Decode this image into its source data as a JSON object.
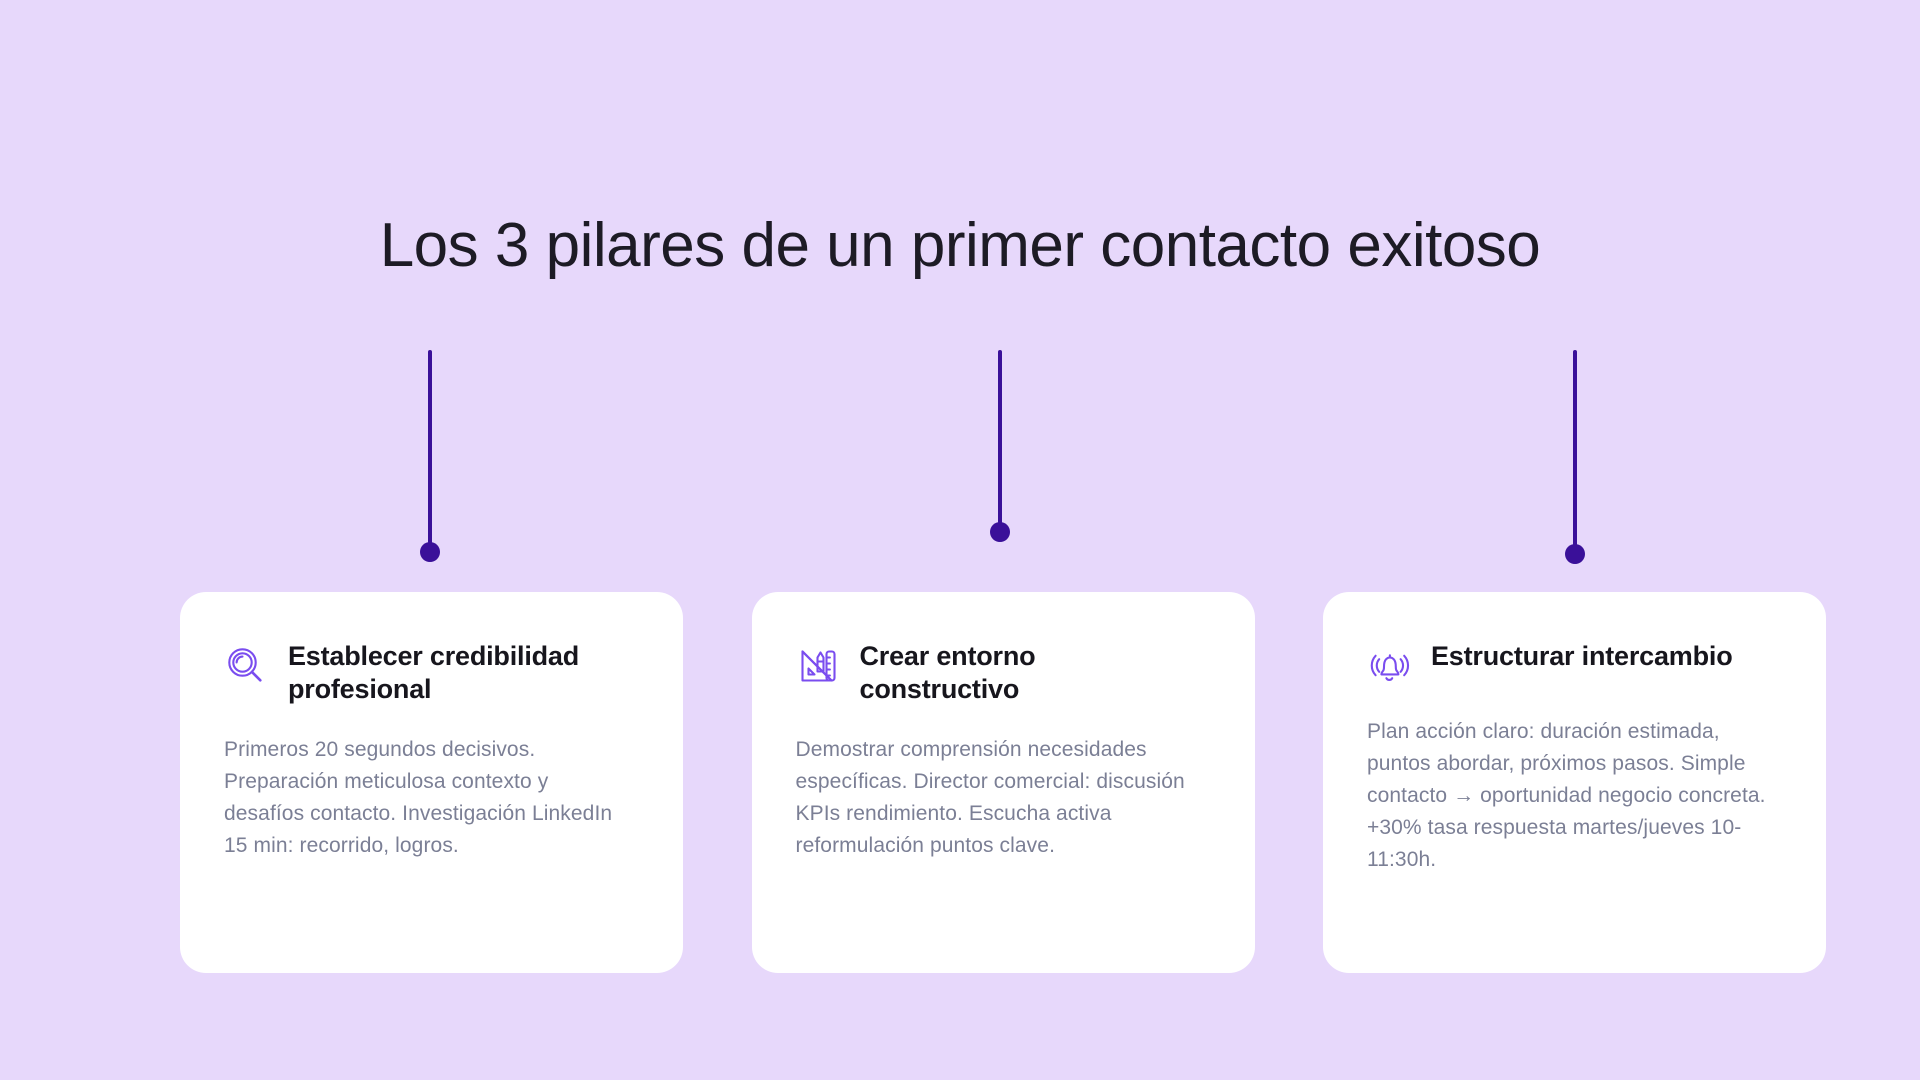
{
  "page": {
    "title": "Los 3 pilares de un primer contacto exitoso",
    "background_color": "#e7d8fb",
    "card_background_color": "#ffffff",
    "connector_color": "#3a1099",
    "icon_color": "#7a4def",
    "title_color": "#1d1b25",
    "body_text_color": "#7b7f95"
  },
  "connectors": [
    {
      "name": "connector-1",
      "line_height": 152
    },
    {
      "name": "connector-2",
      "line_height": 142
    },
    {
      "name": "connector-3",
      "line_height": 160
    }
  ],
  "cards": [
    {
      "icon": "magnifier-icon",
      "title": "Establecer credibilidad profesional",
      "body": "Primeros 20 segundos decisivos. Preparación meticulosa contexto y desafíos contacto. Investigación LinkedIn 15 min: recorrido, logros."
    },
    {
      "icon": "drafting-tools-icon",
      "title": "Crear entorno constructivo",
      "body": "Demostrar comprensión necesidades específicas. Director comercial: discusión KPIs rendimiento. Escucha activa reformulación puntos clave."
    },
    {
      "icon": "ringing-bell-icon",
      "title": "Estructurar intercambio",
      "body": "Plan acción claro: duración estimada, puntos abordar, próximos pasos. Simple contacto → oportunidad negocio concreta. +30% tasa respuesta martes/jueves 10-11:30h."
    }
  ]
}
